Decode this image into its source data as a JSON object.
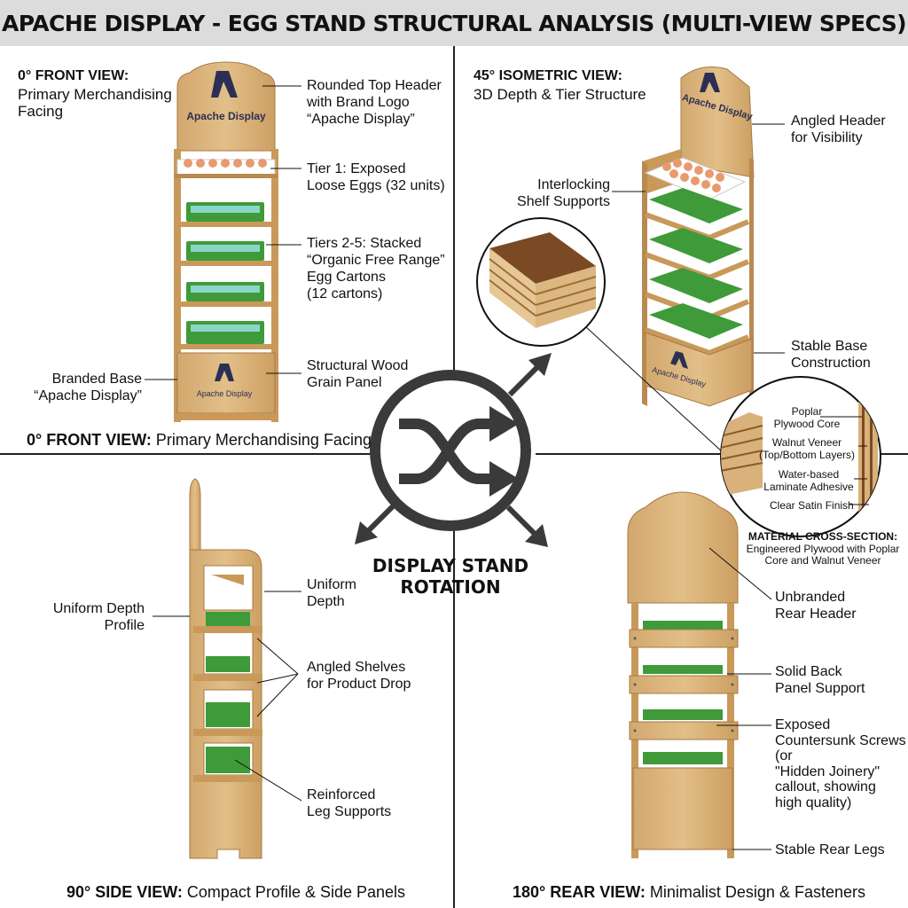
{
  "title": "APACHE DISPLAY - EGG STAND STRUCTURAL ANALYSIS (MULTI-VIEW SPECS)",
  "brand": "Apache Display",
  "front": {
    "heading": "0° FRONT VIEW:",
    "subheading": "Primary Merchandising\nFacing",
    "callout_header": "Rounded Top Header\nwith Brand Logo\n“Apache Display”",
    "callout_tier1": "Tier 1: Exposed\nLoose Eggs (32 units)",
    "callout_tiers": "Tiers 2-5: Stacked\n“Organic Free Range”\nEgg Cartons\n(12 cartons)",
    "callout_base": "Branded Base\n“Apache Display”",
    "callout_grain": "Structural Wood\nGrain Panel",
    "caption_bold": "0° FRONT VIEW:",
    "caption_rest": " Primary Merchandising Facing"
  },
  "iso": {
    "heading": "45° ISOMETRIC VIEW:",
    "subheading": "3D Depth & Tier Structure",
    "callout_header": "Angled Header\nfor Visibility",
    "callout_supports": "Interlocking\nShelf Supports",
    "callout_base": "Stable Base\nConstruction"
  },
  "material": {
    "poplar": "Poplar\nPlywood Core",
    "walnut": "Walnut Veneer\n(Top/Bottom Layers)",
    "adhesive": "Water-based\nLaminate Adhesive",
    "finish": "Clear Satin Finish",
    "title": "MATERIAL CROSS-SECTION:",
    "desc": "Engineered Plywood with Poplar\nCore and Walnut Veneer"
  },
  "rotation": {
    "label": "DISPLAY STAND\nROTATION"
  },
  "side": {
    "callout_depth": "Uniform\nDepth",
    "callout_profile": "Uniform Depth\nProfile",
    "callout_shelves": "Angled Shelves\nfor Product Drop",
    "callout_legs": "Reinforced\nLeg Supports",
    "caption_bold": "90° SIDE VIEW:",
    "caption_rest": " Compact Profile & Side Panels"
  },
  "rear": {
    "callout_header": "Unbranded\nRear Header",
    "callout_back": "Solid Back\nPanel Support",
    "callout_screws": "Exposed\nCountersunk Screws\n(or\n\"Hidden Joinery\"\ncallout, showing\nhigh quality)",
    "callout_legs": "Stable Rear Legs",
    "caption_bold": "180° REAR VIEW:",
    "caption_rest": " Minimalist Design & Fasteners"
  },
  "colors": {
    "wood": "#d8b27a",
    "wood_dark": "#b88a50",
    "logo": "#2c2f55",
    "egg": "#e89a6e",
    "carton": "#3f9a3a",
    "icon": "#3a3a3a"
  }
}
